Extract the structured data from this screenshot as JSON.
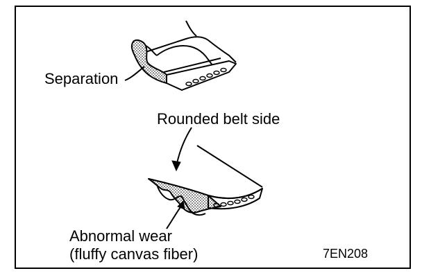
{
  "labels": {
    "separation": "Separation",
    "rounded_belt_side": "Rounded belt side",
    "abnormal_wear_line1": "Abnormal wear",
    "abnormal_wear_line2": "(fluffy canvas fiber)",
    "figure_code": "7EN208"
  },
  "colors": {
    "ink": "#000000",
    "paper": "#ffffff"
  }
}
